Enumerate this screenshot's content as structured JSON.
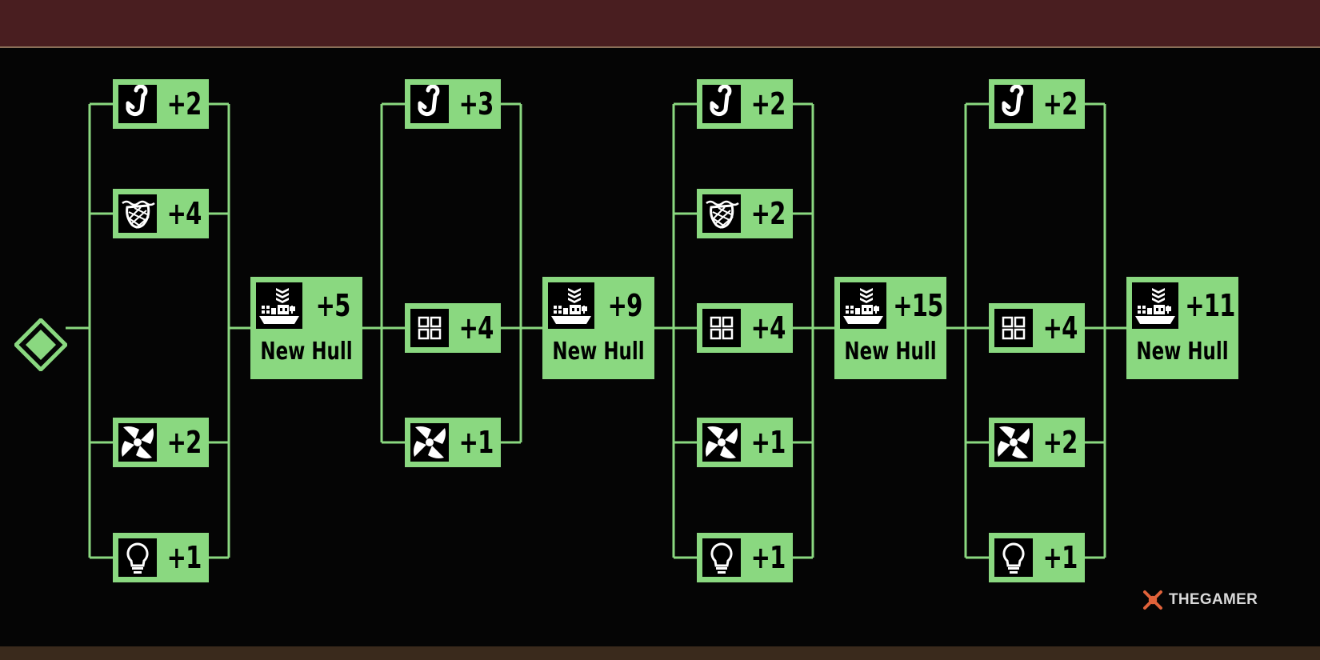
{
  "colors": {
    "node_green": "#8ad880",
    "line_green": "#8ad880",
    "background": "#050505",
    "banner": "#491e20"
  },
  "start": {
    "icon": "diamond-start-icon"
  },
  "stages": [
    {
      "upgrades": [
        {
          "icon": "fishing-hook-icon",
          "value": "+2"
        },
        {
          "icon": "trawl-net-icon",
          "value": "+4"
        },
        {
          "icon": "engine-fan-icon",
          "value": "+2"
        },
        {
          "icon": "light-bulb-icon",
          "value": "+1"
        }
      ],
      "hull": {
        "icon": "ship-hull-icon",
        "value": "+5",
        "label": "New Hull"
      }
    },
    {
      "upgrades": [
        {
          "icon": "fishing-hook-icon",
          "value": "+3"
        },
        {
          "icon": "cargo-grid-icon",
          "value": "+4"
        },
        {
          "icon": "engine-fan-icon",
          "value": "+1"
        }
      ],
      "hull": {
        "icon": "ship-hull-icon",
        "value": "+9",
        "label": "New Hull"
      }
    },
    {
      "upgrades": [
        {
          "icon": "fishing-hook-icon",
          "value": "+2"
        },
        {
          "icon": "trawl-net-icon",
          "value": "+2"
        },
        {
          "icon": "cargo-grid-icon",
          "value": "+4"
        },
        {
          "icon": "engine-fan-icon",
          "value": "+1"
        },
        {
          "icon": "light-bulb-icon",
          "value": "+1"
        }
      ],
      "hull": {
        "icon": "ship-hull-icon",
        "value": "+15",
        "label": "New Hull"
      }
    },
    {
      "upgrades": [
        {
          "icon": "fishing-hook-icon",
          "value": "+2"
        },
        {
          "icon": "cargo-grid-icon",
          "value": "+4"
        },
        {
          "icon": "engine-fan-icon",
          "value": "+2"
        },
        {
          "icon": "light-bulb-icon",
          "value": "+1"
        }
      ],
      "hull": {
        "icon": "ship-hull-icon",
        "value": "+11",
        "label": "New Hull"
      }
    }
  ],
  "watermark": {
    "text": "THEGAMER"
  }
}
